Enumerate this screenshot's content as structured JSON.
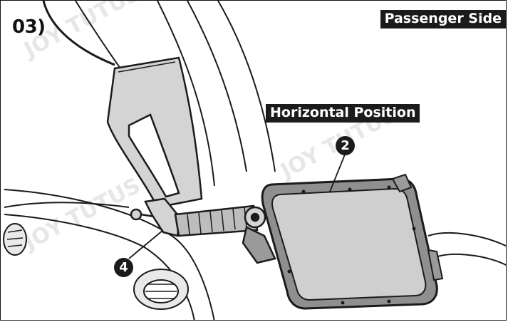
{
  "step_label": "03)",
  "side_label": "Passenger Side",
  "position_label": "Horizontal Position",
  "callouts": [
    "2",
    "4"
  ],
  "watermark_text": "JOY TUTUS",
  "colors": {
    "ink": "#1b1b1b",
    "panel_gray": "#d4d4d4",
    "screen_gray": "#cfcfcf",
    "light_gray": "#e9e9e9",
    "background": "#ffffff"
  }
}
